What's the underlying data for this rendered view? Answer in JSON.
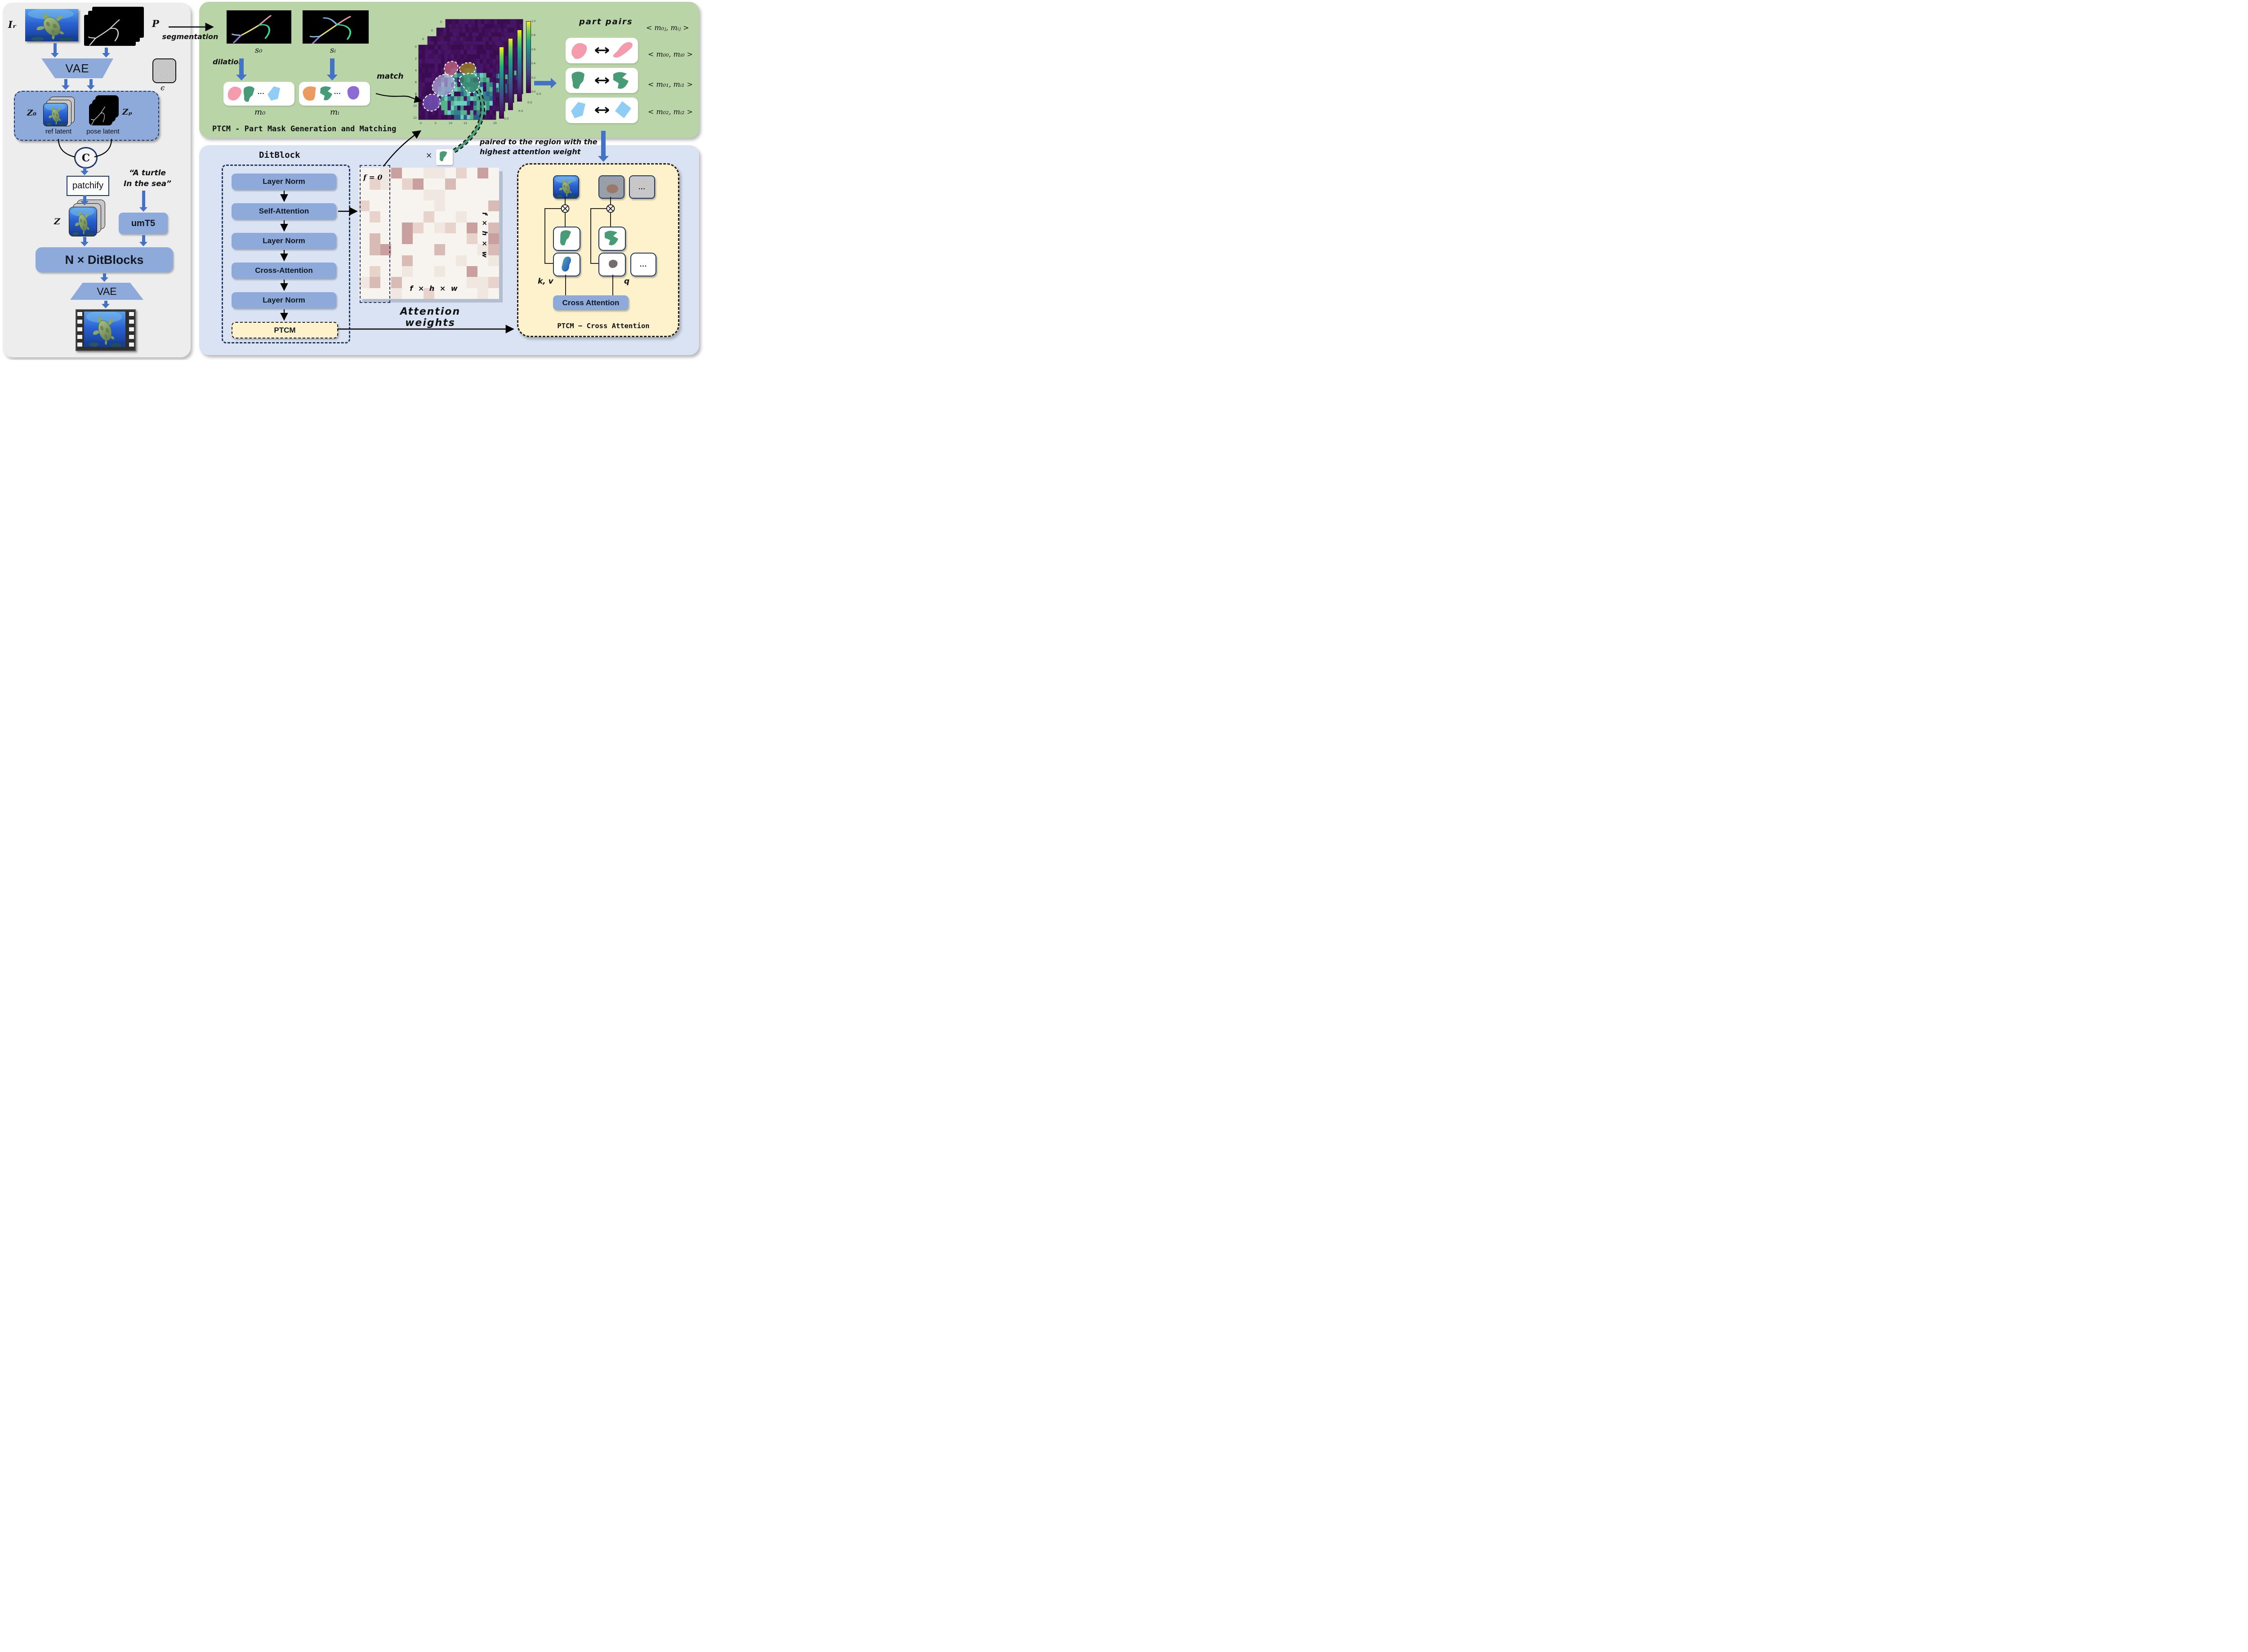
{
  "colors": {
    "accent_blue": "#8eaadb",
    "arrow_blue": "#4472c4",
    "navy": "#1f3864",
    "panel_gray": "#ededed",
    "panel_green": "#b9d5a7",
    "panel_blue": "#dae3f3",
    "panel_yellow": "#fdf2cc"
  },
  "left_panel": {
    "ref_image_label": "Iᵣ",
    "pose_input_label": "P",
    "segmentation_label": "segmentation",
    "vae_encoder_label": "VAE",
    "noise_label": "ϵ",
    "ref_latent_symbol": "Z₀",
    "pose_latent_symbol": "Zₚ",
    "ref_latent_caption": "ref latent",
    "pose_latent_caption": "pose latent",
    "concat_label": "C",
    "patchify_label": "patchify",
    "prompt_line1": "“A turtle",
    "prompt_line2": "In the sea”",
    "latent_symbol": "Z",
    "text_encoder_label": "umT5",
    "dit_stack_label": "N × DitBlocks",
    "vae_decoder_label": "VAE"
  },
  "green_panel": {
    "title": "PTCM - Part Mask Generation and Matching",
    "s0_label": "s₀",
    "si_label": "sᵢ",
    "dilation_label": "dilation",
    "m0_label": "m₀",
    "mi_label": "mᵢ",
    "match_label": "match",
    "ellipsis": "...",
    "part_pairs_title": "part pairs",
    "pair_labels": [
      "< m₀ⱼ, mᵢⱼ >",
      "< m₀₀, mᵢ₀ >",
      "< m₀₁, mᵢ₁ >",
      "< m₀₂, mᵢ₂ >"
    ],
    "heatmap": {
      "x_ticks": [
        "0",
        "5",
        "10",
        "15",
        "20",
        "25"
      ],
      "y_ticks": [
        "0",
        "2",
        "4",
        "6",
        "8",
        "10",
        "12"
      ],
      "colorbar_ticks": [
        "1.0",
        "0.8",
        "0.6",
        "0.4",
        "0.2",
        "0.0"
      ],
      "back_tick_zero": "0",
      "back_tick_25": "25",
      "back_tick_00": "0.0"
    }
  },
  "blue_panel": {
    "ditblock_title": "DitBlock",
    "dit_boxes": [
      "Layer Norm",
      "Self-Attention",
      "Layer Norm",
      "Cross-Attention",
      "Layer Norm",
      "PTCM"
    ],
    "frame_zero_label": "f = 0",
    "dims_label_bottom": "f × h × w",
    "dims_label_right": "f × h × w",
    "attention_caption": "Attention weights",
    "multiply_symbol": "×",
    "note_line1": "paired to the region with the",
    "note_bold": "highest",
    "note_rest": " attention weight",
    "kv_label": "k, v",
    "q_label": "q",
    "ellipsis": "...",
    "cross_attention_label": "Cross Attention",
    "caption": "PTCM − Cross Attention"
  }
}
